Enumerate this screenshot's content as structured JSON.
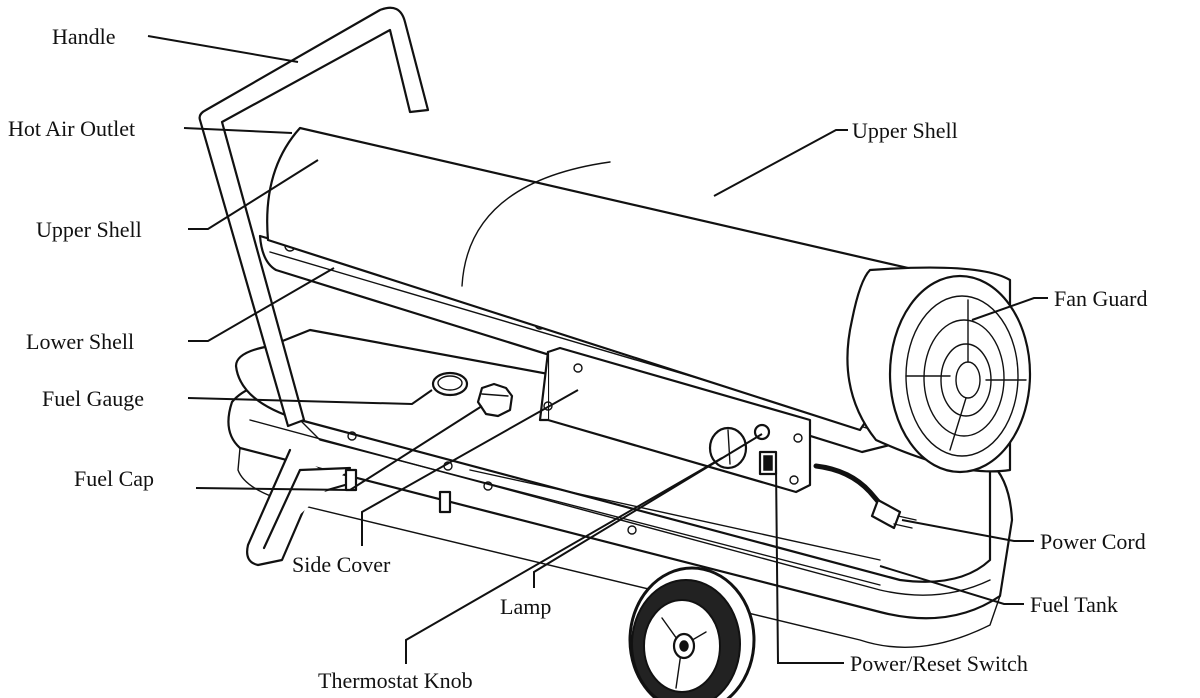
{
  "labels": {
    "handle": "Handle",
    "hot_air_outlet": "Hot Air Outlet",
    "upper_shell_left": "Upper Shell",
    "upper_shell_right": "Upper Shell",
    "lower_shell": "Lower Shell",
    "fuel_gauge": "Fuel Gauge",
    "fuel_cap": "Fuel Cap",
    "side_cover": "Side Cover",
    "lamp": "Lamp",
    "thermostat_knob": "Thermostat Knob",
    "fan_guard": "Fan Guard",
    "power_cord": "Power Cord",
    "fuel_tank": "Fuel Tank",
    "power_reset_switch": "Power/Reset Switch"
  },
  "colors": {
    "line": "#111111",
    "background": "#ffffff"
  }
}
